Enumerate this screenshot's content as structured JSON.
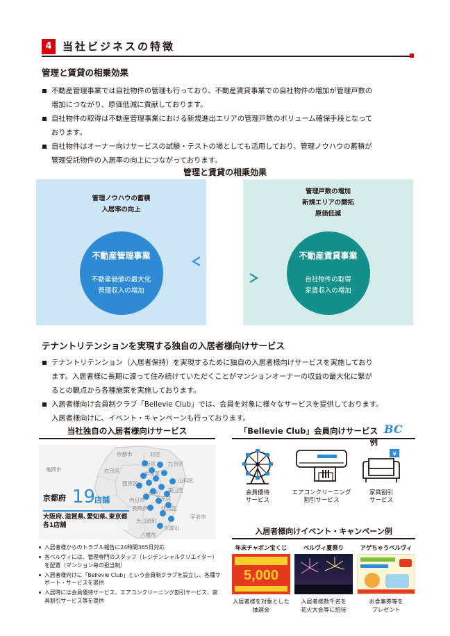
{
  "section": {
    "number": "4",
    "title": "当社ビジネスの特徴"
  },
  "synergy": {
    "heading": "管理と賃貸の相乗効果",
    "bullets": [
      "不動産管理事業では自社物件の管理も行っており、不動産賃貸事業での自社物件の増加が管理戸数の",
      "増加につながり、原価低減に貢献しております。",
      "自社物件の取得は不動産管理事業における新規進出エリアの管理戸数のボリューム確保手段となって",
      "おります。",
      "自社物件はオーナー向けサービスの試験・テストの場としても活用しており、管理ノウハウの蓄積が",
      "管理受託物件の入居率の向上につながっております。"
    ],
    "diagram_title": "管理と賃貸の相乗効果",
    "left": {
      "notes": [
        "管理ノウハウの蓄積",
        "入居率の向上"
      ],
      "title": "不動産管理事業",
      "sub": [
        "不動産価値の最大化",
        "管理収入の増加"
      ]
    },
    "right": {
      "notes": [
        "管理戸数の増加",
        "新規エリアの開拓",
        "原価低減"
      ],
      "title": "不動産賃貸事業",
      "sub": [
        "自社物件の取得",
        "家賃収入の増加"
      ]
    }
  },
  "tenant": {
    "heading": "テナントリテンションを実現する独自の入居者様向けサービス",
    "bullets": [
      "テナントリテンション（入居者保持）を実現するために独自の入居者様向けサービスを実施しており",
      "ます。入居者様に長期に渡って住み続けていただくことがマンションオーナーの収益の最大化に繋が",
      "るとの観点から各種施策を実施しております。",
      "入居者様向け会員制クラブ「Bellevie Club」では、会員を対象に様々なサービスを提供しております。",
      "入居者様向けに、イベント・キャンペーンも行っております。"
    ]
  },
  "own_services": {
    "heading": "当社独自の入居者様向けサービス",
    "map_labels": [
      "京都市",
      "北区",
      "左京区",
      "右京区",
      "西京区",
      "南区",
      "伏見区",
      "長岡京市",
      "大山崎町",
      "久御山",
      "八幡市",
      "宇治市",
      "山科区",
      "東山区",
      "中京区",
      "下京区",
      "上京区",
      "向日市",
      "亀岡市"
    ],
    "pref": "京都府",
    "store_count": "19",
    "store_unit": "店舗",
    "other_cities": [
      "大阪府､滋賀県､愛知県､東京都",
      "各1店舗"
    ],
    "notes": [
      "入居者様からのトラブル報告に24時間365日対応",
      "各ベルヴィには、管理専門のスタッフ（レジデンシャルクリエイター）を配置（マンション毎の担当制）",
      "入居者様向けに「Bellevie Club」という会員制クラブを設立し、各種サポート・サービスを提供",
      "入居時には会員優待サービス、エアコンクリーニング割引サービス、家具割引サービス等を提供"
    ]
  },
  "club": {
    "heading": "「Bellevie Club」会員向けサービス例",
    "logo": "BC",
    "services": [
      {
        "icon": "ferris-wheel-icon",
        "label": [
          "会員優待",
          "サービス"
        ]
      },
      {
        "icon": "air-conditioner-icon",
        "label": [
          "エアコンクリーニング",
          "割引サービス"
        ]
      },
      {
        "icon": "sofa-icon",
        "label": [
          "家具割引",
          "サービス"
        ]
      }
    ]
  },
  "events": {
    "heading": "入居者様向けイベント・キャンペーン例",
    "items": [
      {
        "name": "年末チャボン宝くじ",
        "caption": [
          "入居者様を対象とした",
          "抽選会"
        ],
        "banner_number": "5,000"
      },
      {
        "name": "ベルヴィ夏祭り",
        "caption": [
          "入居者様数千名を",
          "花火大会等に招待"
        ]
      },
      {
        "name": "アゲちゃうベルヴィ",
        "caption": [
          "お食事券等を",
          "プレゼント"
        ]
      }
    ]
  },
  "colors": {
    "accent_red": "#d7000f",
    "blue": "#2f8ad6",
    "teal": "#158f8b",
    "blue_panel": "#cde6f6",
    "teal_panel": "#d6ecea"
  }
}
